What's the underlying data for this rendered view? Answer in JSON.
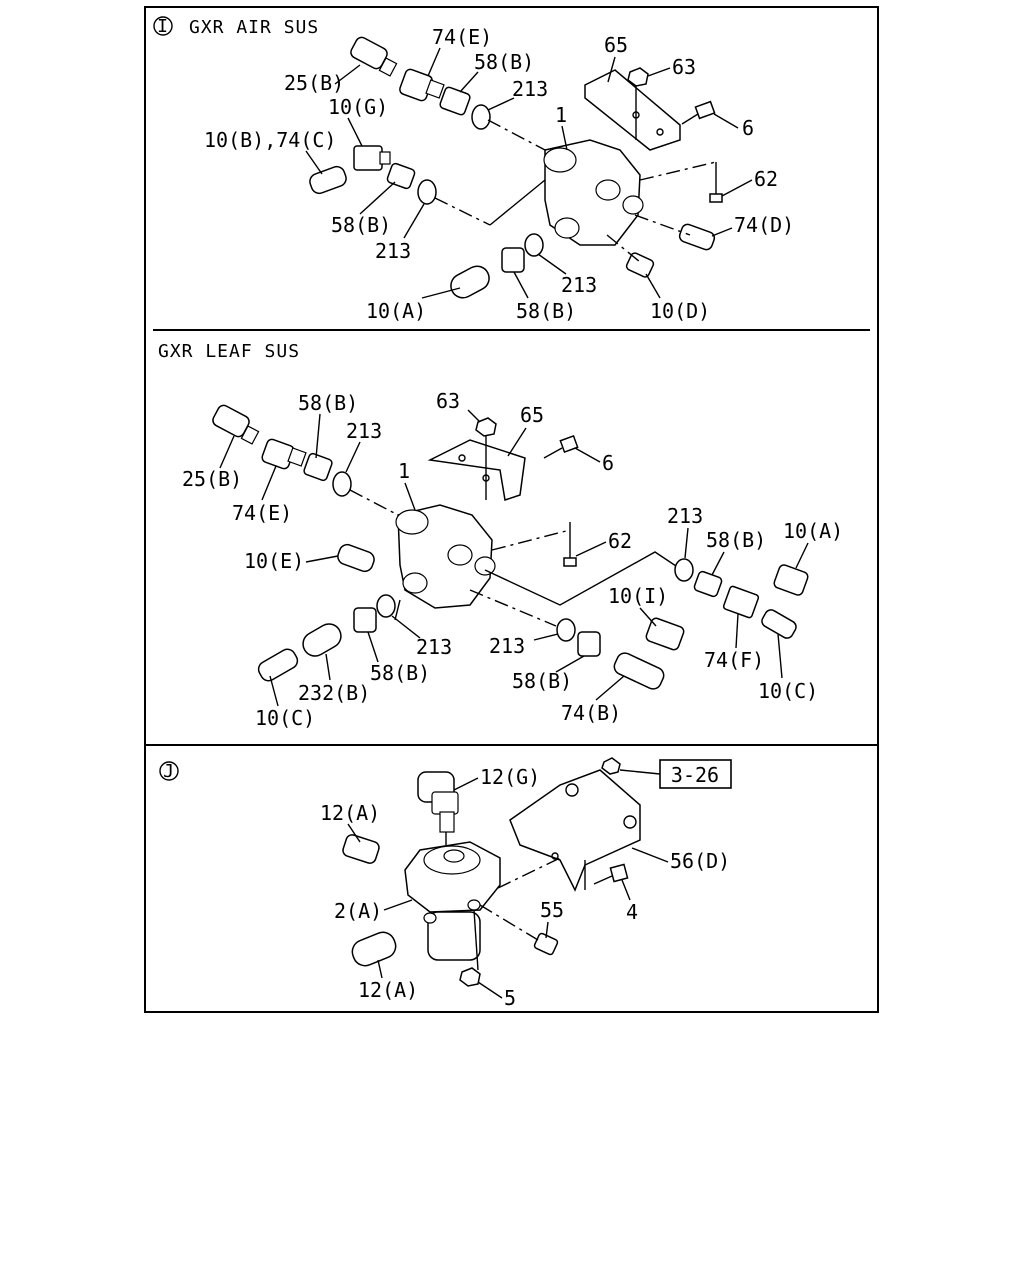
{
  "sections": [
    {
      "marker": "I",
      "title": "GXR AIR SUS",
      "labels": [
        "74(E)",
        "65",
        "63",
        "58(B)",
        "25(B)",
        "213",
        "10(G)",
        "1",
        "6",
        "10(B),74(C)",
        "62",
        "58(B)",
        "74(D)",
        "213",
        "213",
        "10(A)",
        "58(B)",
        "10(D)"
      ]
    },
    {
      "marker": "",
      "title": "GXR LEAF SUS",
      "labels": [
        "58(B)",
        "63",
        "65",
        "213",
        "6",
        "25(B)",
        "1",
        "74(E)",
        "213",
        "10(A)",
        "58(B)",
        "62",
        "10(E)",
        "10(I)",
        "213",
        "213",
        "74(F)",
        "58(B)",
        "58(B)",
        "232(B)",
        "74(B)",
        "10(C)",
        "10(C)"
      ]
    },
    {
      "marker": "J",
      "title": "",
      "ref_box": "3-26",
      "labels": [
        "12(G)",
        "12(A)",
        "56(D)",
        "55",
        "2(A)",
        "4",
        "12(A)",
        "5"
      ]
    }
  ]
}
